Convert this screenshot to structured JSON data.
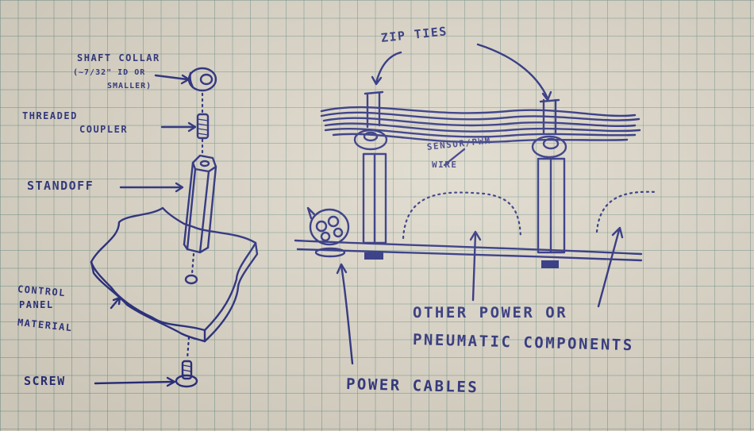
{
  "labels": {
    "shaft_collar": "SHAFT COLLAR",
    "shaft_collar_note_1": "(~7/32\" ID OR",
    "shaft_collar_note_2": "SMALLER)",
    "threaded": "THREADED",
    "coupler": "COUPLER",
    "standoff": "STANDOFF",
    "control": "CONTROL",
    "panel": "PANEL",
    "material": "MATERIAL",
    "screw": "SCREW",
    "zip_ties": "ZIP TIES",
    "sensor_pwm": "SENSOR/PWM",
    "wire": "WIRE",
    "other_power": "OTHER POWER OR",
    "pneumatic": "PNEUMATIC COMPONENTS",
    "power_cables": "POWER CABLES"
  },
  "colors": {
    "ink": "#23287a",
    "paper": "#dcd6c7",
    "grid": "#7896 8c"
  }
}
